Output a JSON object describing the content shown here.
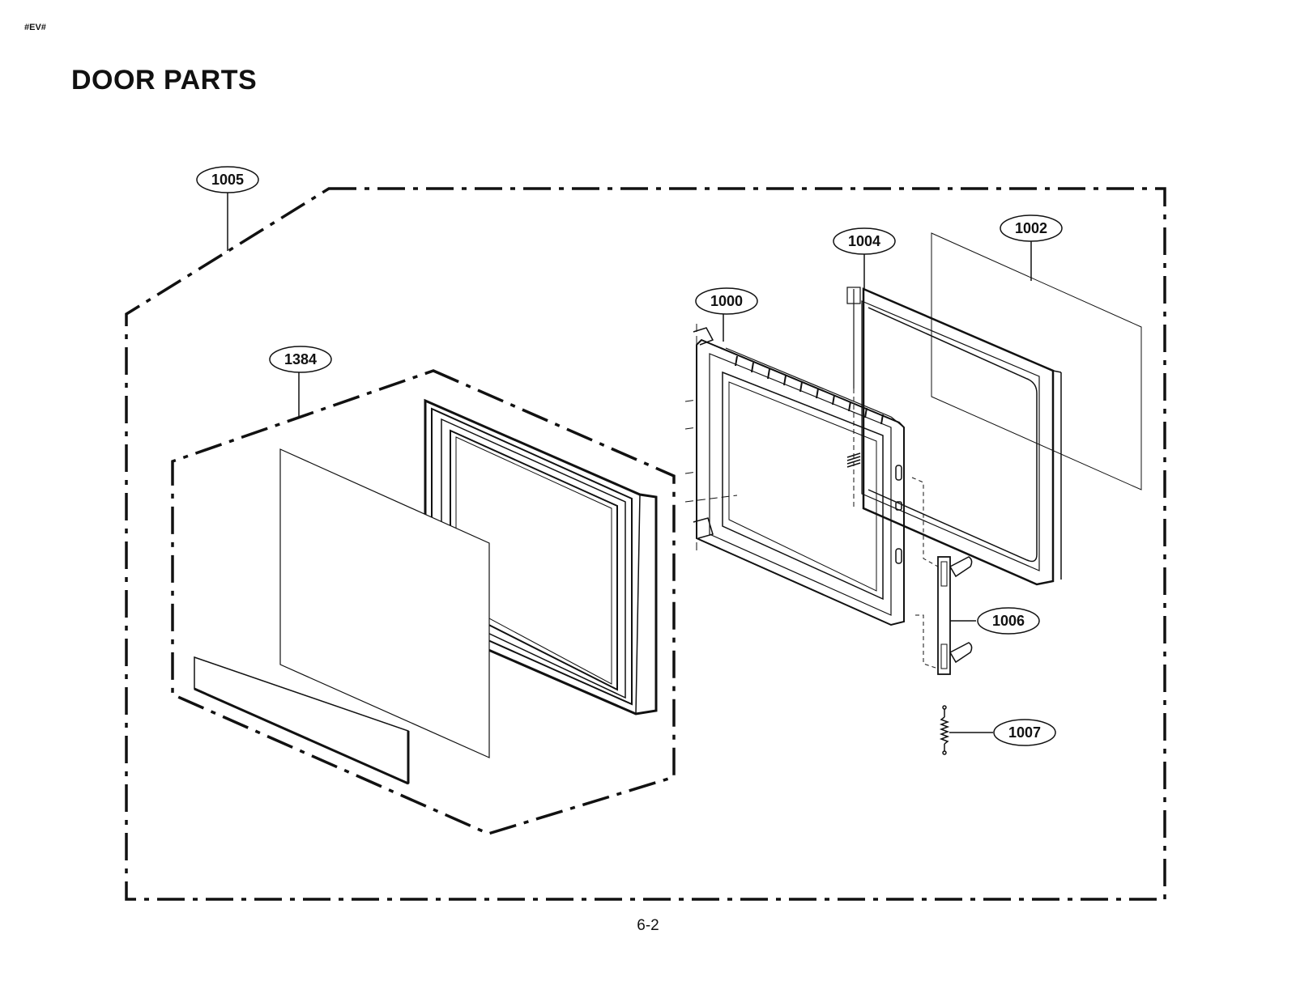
{
  "header": {
    "doc_code": "#EV#",
    "title": "DOOR PARTS"
  },
  "callouts": {
    "p1005": "1005",
    "p1384": "1384",
    "p1000": "1000",
    "p1004": "1004",
    "p1002": "1002",
    "p1006": "1006",
    "p1007": "1007"
  },
  "footer": {
    "page_number": "6-2"
  },
  "colors": {
    "line": "#111111",
    "paper": "#ffffff"
  }
}
